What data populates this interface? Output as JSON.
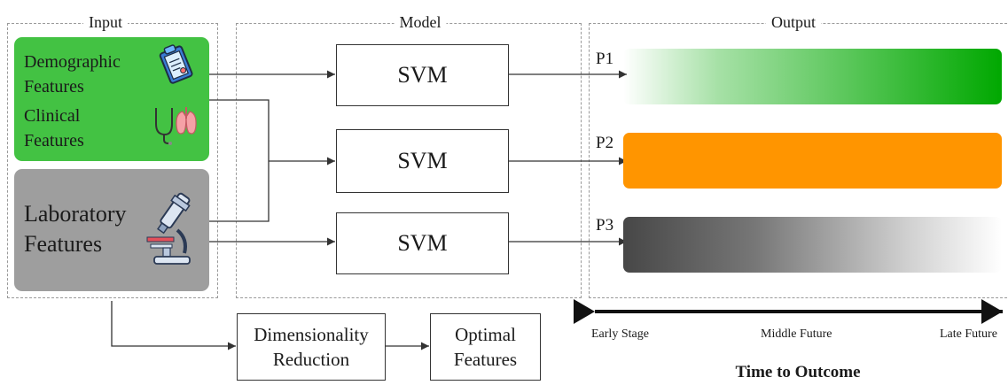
{
  "panels": {
    "input_title": "Input",
    "model_title": "Model",
    "output_title": "Output"
  },
  "features": {
    "demographic": "Demographic\nFeatures",
    "clinical": "Clinical\nFeatures",
    "laboratory": "Laboratory\nFeatures"
  },
  "model": {
    "svm_labels": [
      "SVM",
      "SVM",
      "SVM"
    ]
  },
  "processing": {
    "dimensionality": "Dimensionality\nReduction",
    "optimal": "Optimal\nFeatures"
  },
  "output": {
    "bars": [
      {
        "label": "P1",
        "color": "#00a800",
        "style": "gradient-left-transparent"
      },
      {
        "label": "P2",
        "color": "#ff9500",
        "style": "solid"
      },
      {
        "label": "P3",
        "color": "#474747",
        "style": "gradient-right-transparent"
      }
    ]
  },
  "timeline": {
    "early": "Early Stage",
    "middle": "Middle Future",
    "late": "Late Future",
    "title": "Time to Outcome"
  },
  "icons": [
    "clipboard-icon",
    "stethoscope-lungs-icon",
    "microscope-icon"
  ],
  "colors": {
    "green_panel": "#43c243",
    "grey_panel": "#9e9e9e"
  }
}
